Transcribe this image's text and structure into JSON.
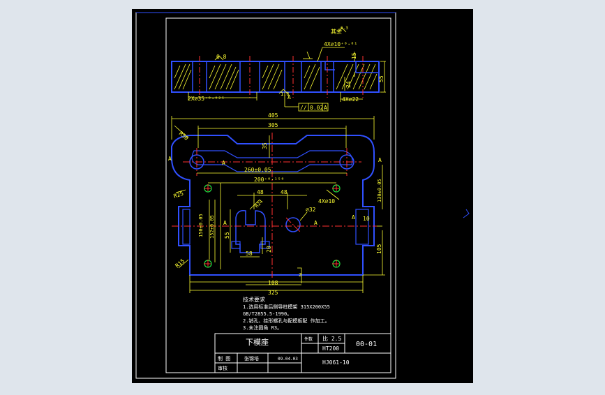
{
  "title_block": {
    "part_name": "下模座",
    "qty_label": "件数",
    "scale_label": "比 2.5",
    "material": "HT200",
    "drawing_no": "00-01",
    "designer_label": "制 图",
    "designer_name": "张锦培",
    "date": "09.04.03",
    "checker_label": "审核",
    "school_code": "HJ061-10"
  },
  "tech_requirements": {
    "heading": "技术要求",
    "line1": "1.选用标准后侧导柱模架 315X200X55",
    "line2": "GB/T2855.5-1990。",
    "line3": "2.销孔、挂形螺孔与配模板配 作加工。",
    "line4": "3.未注圆角 R3。"
  },
  "top_view": {
    "roughness_other": "其余",
    "roughness_val": "6.3",
    "hole_callout_top": "4X⌀10⁺⁰·⁰¹",
    "dim_15": "15",
    "dim_55": "55",
    "dim_24": "24",
    "hole_callout_bottom": "4X⌀22",
    "pin_callout": "2X⌀35⁺⁰·⁰²⁵",
    "roughness_08": "0.8",
    "roughness_16": "1.6",
    "datum_a": "A",
    "tol_symbol": "//",
    "tol_value": "0.02",
    "tol_datum": "A"
  },
  "plan_view": {
    "dim_405": "405",
    "dim_305": "305",
    "dim_r50": "R50",
    "dim_35": "35",
    "dim_260": "260±0.05",
    "dim_200": "200⁺⁰·¹⁵⁰",
    "dim_48a": "48",
    "dim_48b": "48",
    "dim_r25": "R25",
    "dim_r24": "R24",
    "dim_4x10": "4X⌀10",
    "dim_32": "⌀32",
    "dim_150": "150±0.05",
    "dim_152": "152±0.05",
    "dim_55v": "55",
    "dim_58": "58",
    "dim_20": "20",
    "dim_10": "10",
    "dim_130": "130±0.05",
    "dim_105": "105",
    "dim_r15": "R15",
    "dim_2": "2",
    "dim_108": "108",
    "dim_325": "325",
    "label_a1": "A",
    "label_a2": "A",
    "label_a3": "A",
    "label_a4": "A",
    "label_a5": "A",
    "label_a6": "A"
  }
}
